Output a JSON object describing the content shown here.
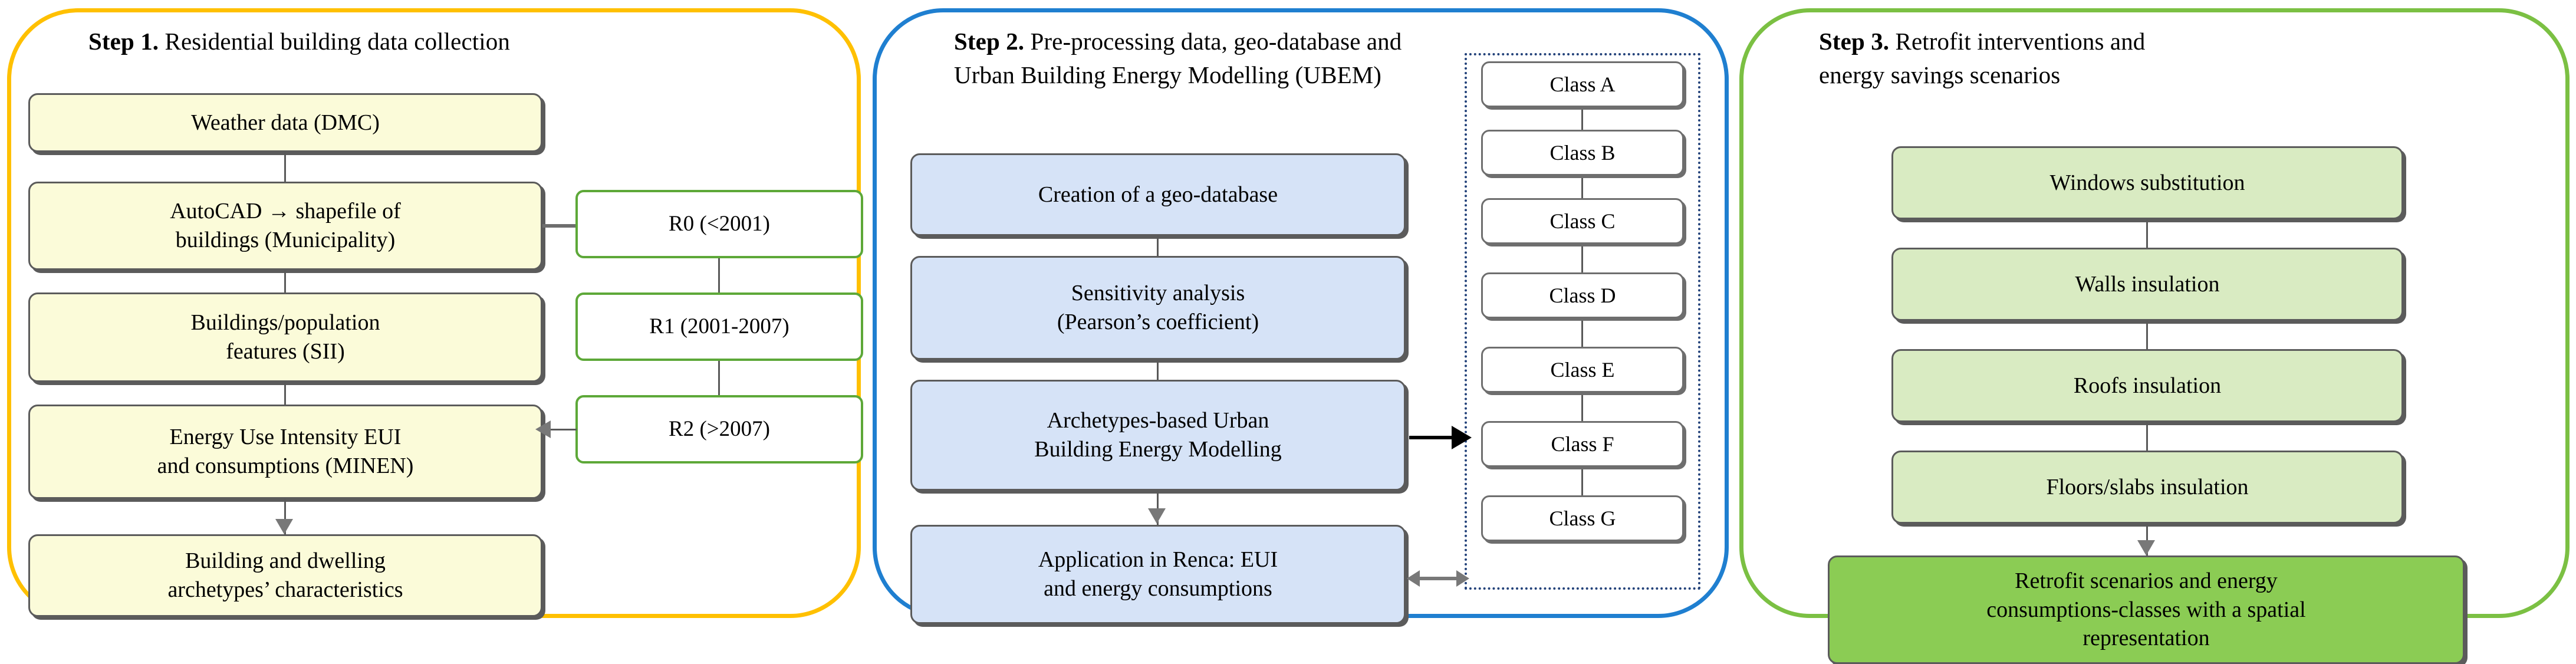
{
  "colors": {
    "panel1_border": "#FFC000",
    "panel2_border": "#1F7FD0",
    "panel3_border": "#7BC043",
    "box_yellow": "#FBFBD9",
    "box_blue": "#D6E3F7",
    "box_green_light": "#D9EBC2",
    "box_green_dark": "#8BCC54",
    "box_outline": "#5B5B5B",
    "green_edge": "#5DA838",
    "dotted_group": "#23427A",
    "connector": "#595959"
  },
  "steps": [
    {
      "id": "step-1",
      "number": "Step 1.",
      "title": "Residential building data collection",
      "boxes": [
        {
          "id": "weather-data",
          "label": "Weather data (DMC)"
        },
        {
          "id": "autocad-shapefile",
          "label": "AutoCAD → shapefile of\nbuildings (Municipality)"
        },
        {
          "id": "buildings-population",
          "label": "Buildings/population\nfeatures (SII)"
        },
        {
          "id": "energy-use-intensity",
          "label": "Energy Use Intensity EUI\nand consumptions (MINEN)"
        },
        {
          "id": "archetypes-characteristics",
          "label": "Building and dwelling\narchetypes’ characteristics"
        }
      ],
      "side_boxes": [
        {
          "id": "r0",
          "label": "R0 (<2001)"
        },
        {
          "id": "r1",
          "label": "R1 (2001-2007)"
        },
        {
          "id": "r2",
          "label": "R2 (>2007)"
        }
      ]
    },
    {
      "id": "step-2",
      "number": "Step 2.",
      "title": "Pre-processing data, geo-database and\nUrban Building Energy Modelling (UBEM)",
      "boxes": [
        {
          "id": "geo-database",
          "label": "Creation of a geo-database"
        },
        {
          "id": "sensitivity",
          "label": "Sensitivity analysis\n(Pearson’s coefficient)"
        },
        {
          "id": "archetypes-ubem",
          "label": "Archetypes-based  Urban\nBuilding Energy Modelling"
        },
        {
          "id": "application-renca",
          "label": "Application in Renca: EUI\nand energy  consumptions"
        }
      ],
      "classes": [
        {
          "id": "class-a",
          "label": "Class A"
        },
        {
          "id": "class-b",
          "label": "Class B"
        },
        {
          "id": "class-c",
          "label": "Class C"
        },
        {
          "id": "class-d",
          "label": "Class D"
        },
        {
          "id": "class-e",
          "label": "Class E"
        },
        {
          "id": "class-f",
          "label": "Class F"
        },
        {
          "id": "class-g",
          "label": "Class G"
        }
      ]
    },
    {
      "id": "step-3",
      "number": "Step 3.",
      "title": "Retrofit interventions and\nenergy savings scenarios",
      "boxes": [
        {
          "id": "windows-substitution",
          "label": "Windows substitution"
        },
        {
          "id": "walls-insulation",
          "label": "Walls insulation"
        },
        {
          "id": "roofs-insulation",
          "label": "Roofs insulation"
        },
        {
          "id": "floors-slabs",
          "label": "Floors/slabs insulation"
        },
        {
          "id": "retrofit-scenarios",
          "label": "Retrofit scenarios and energy\nconsumptions-classes with a spatial\nrepresentation"
        }
      ]
    }
  ]
}
